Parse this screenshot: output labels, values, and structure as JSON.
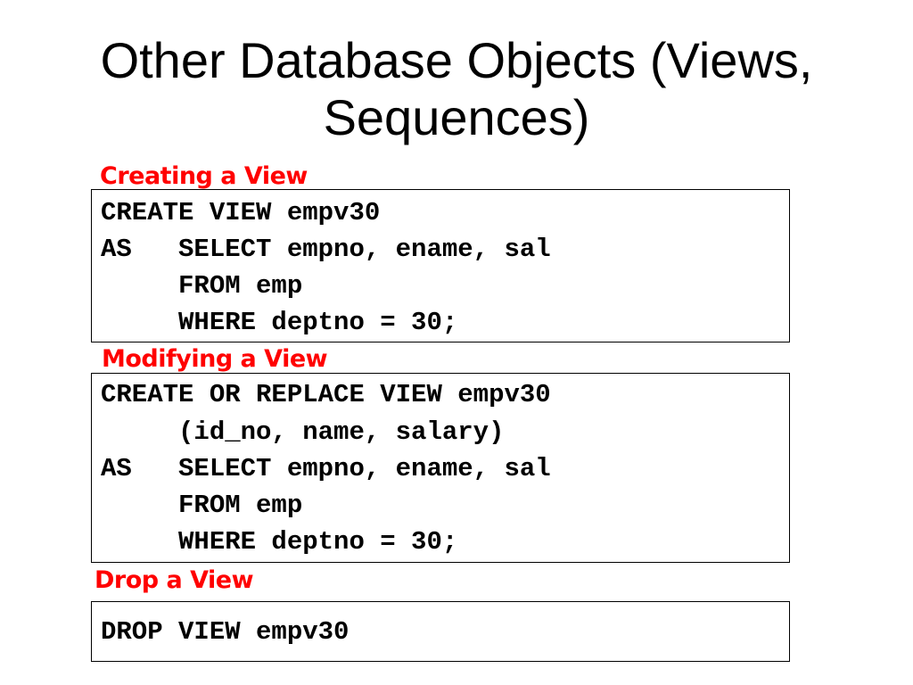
{
  "slide": {
    "title_line1": "Other Database Objects (Views,",
    "title_line2": "Sequences)"
  },
  "colors": {
    "heading": "#FF0000",
    "code_text": "#000000",
    "box_border": "#000000"
  },
  "sections": [
    {
      "heading": "Creating a View",
      "code": [
        "CREATE VIEW empv30",
        "AS   SELECT empno, ename, sal",
        "     FROM emp",
        "     WHERE deptno = 30;"
      ]
    },
    {
      "heading": "Modifying a View",
      "code": [
        "CREATE OR REPLACE VIEW empv30",
        "     (id_no, name, salary)",
        "AS   SELECT empno, ename, sal",
        "     FROM emp",
        "     WHERE deptno = 30;"
      ]
    },
    {
      "heading": "Drop a View",
      "code": [
        "DROP VIEW empv30"
      ]
    }
  ]
}
